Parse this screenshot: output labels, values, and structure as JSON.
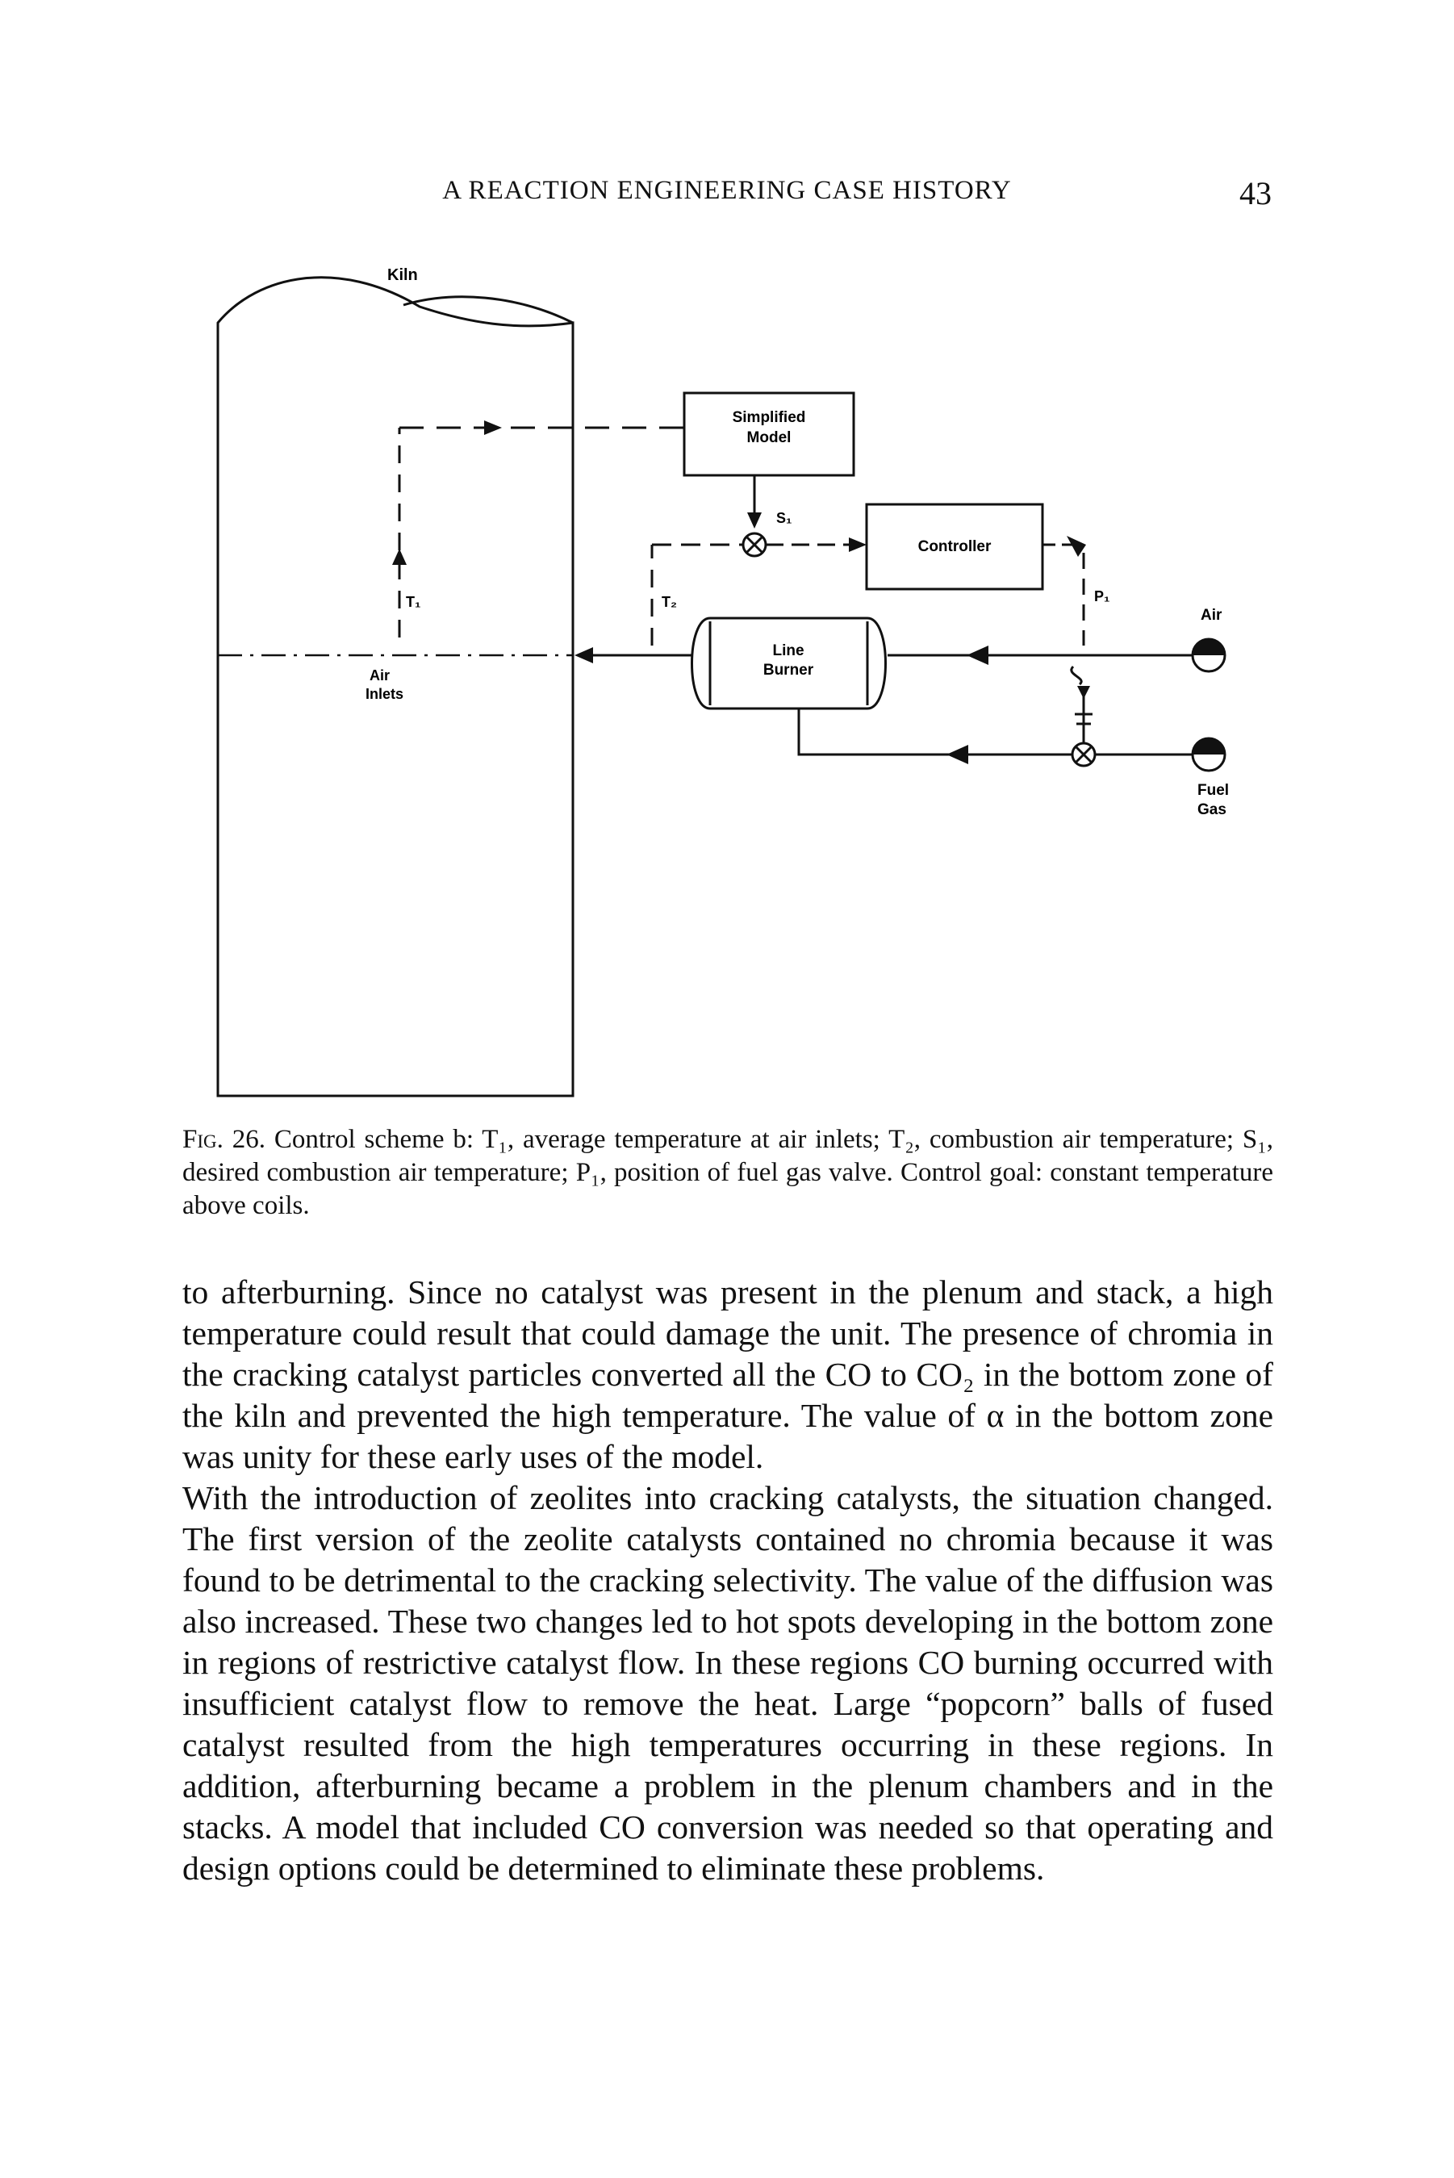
{
  "header": {
    "running_title": "A REACTION ENGINEERING CASE HISTORY",
    "page_number": "43"
  },
  "diagram": {
    "kiln": "Kiln",
    "simplified_model_line1": "Simplified",
    "simplified_model_line2": "Model",
    "controller": "Controller",
    "line_burner_line1": "Line",
    "line_burner_line2": "Burner",
    "t1": "T₁",
    "t2": "T₂",
    "s1": "S₁",
    "p1": "P₁",
    "air": "Air",
    "air_inlets_line1": "Air",
    "air_inlets_line2": "Inlets",
    "fuel_gas_line1": "Fuel",
    "fuel_gas_line2": "Gas"
  },
  "caption": {
    "lead": "Fig. 26.",
    "text": "Control scheme b: T₁, average temperature at air inlets; T₂, combustion air temperature; S₁, desired combustion air temperature; P₁, position of fuel gas valve. Control goal: constant temperature above coils."
  },
  "body": {
    "paragraph1": "to afterburning. Since no catalyst was present in the plenum and stack, a high temperature could result that could damage the unit. The presence of chromia in the cracking catalyst particles converted all the CO to CO₂ in the bottom zone of the kiln and prevented the high temperature. The value of α in the bottom zone was unity for these early uses of the model.",
    "paragraph2": "With the introduction of zeolites into cracking catalysts, the situation changed. The first version of the zeolite catalysts contained no chromia because it was found to be detrimental to the cracking selectivity. The value of the diffusion was also increased. These two changes led to hot spots developing in the bottom zone in regions of restrictive catalyst flow. In these regions CO burning occurred with insufficient catalyst flow to remove the heat. Large “popcorn” balls of fused catalyst resulted from the high temperatures occurring in these regions. In addition, afterburning became a problem in the plenum chambers and in the stacks. A model that included CO conversion was needed so that operating and design options could be determined to eliminate these problems."
  }
}
